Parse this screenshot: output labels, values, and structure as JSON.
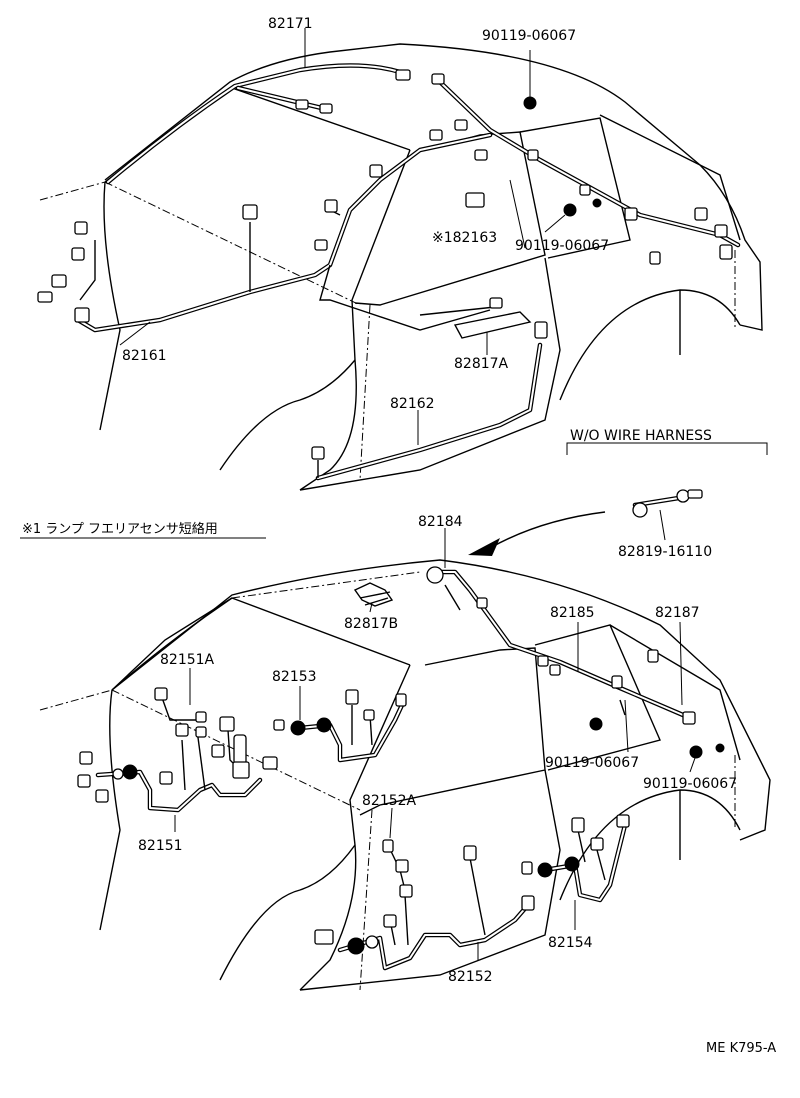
{
  "parts": {
    "p82171": "82171",
    "p90119_top": "90119-06067",
    "p182163": "※182163",
    "p90119_mid": "90119-06067",
    "p82161": "82161",
    "p82817A": "82817A",
    "p82162": "82162",
    "p82184": "82184",
    "p82819": "82819-16110",
    "p82817B": "82817B",
    "p82185": "82185",
    "p82187": "82187",
    "p82151A": "82151A",
    "p82153": "82153",
    "p82151": "82151",
    "p82152A": "82152A",
    "p90119_low1": "90119-06067",
    "p90119_low2": "90119-06067",
    "p82154": "82154",
    "p82152": "82152"
  },
  "notes": {
    "wo_harness": "W/O WIRE HARNESS",
    "footnote": "※1 ランプ フエリアセンサ短絡用",
    "code": "ME K795-A"
  }
}
